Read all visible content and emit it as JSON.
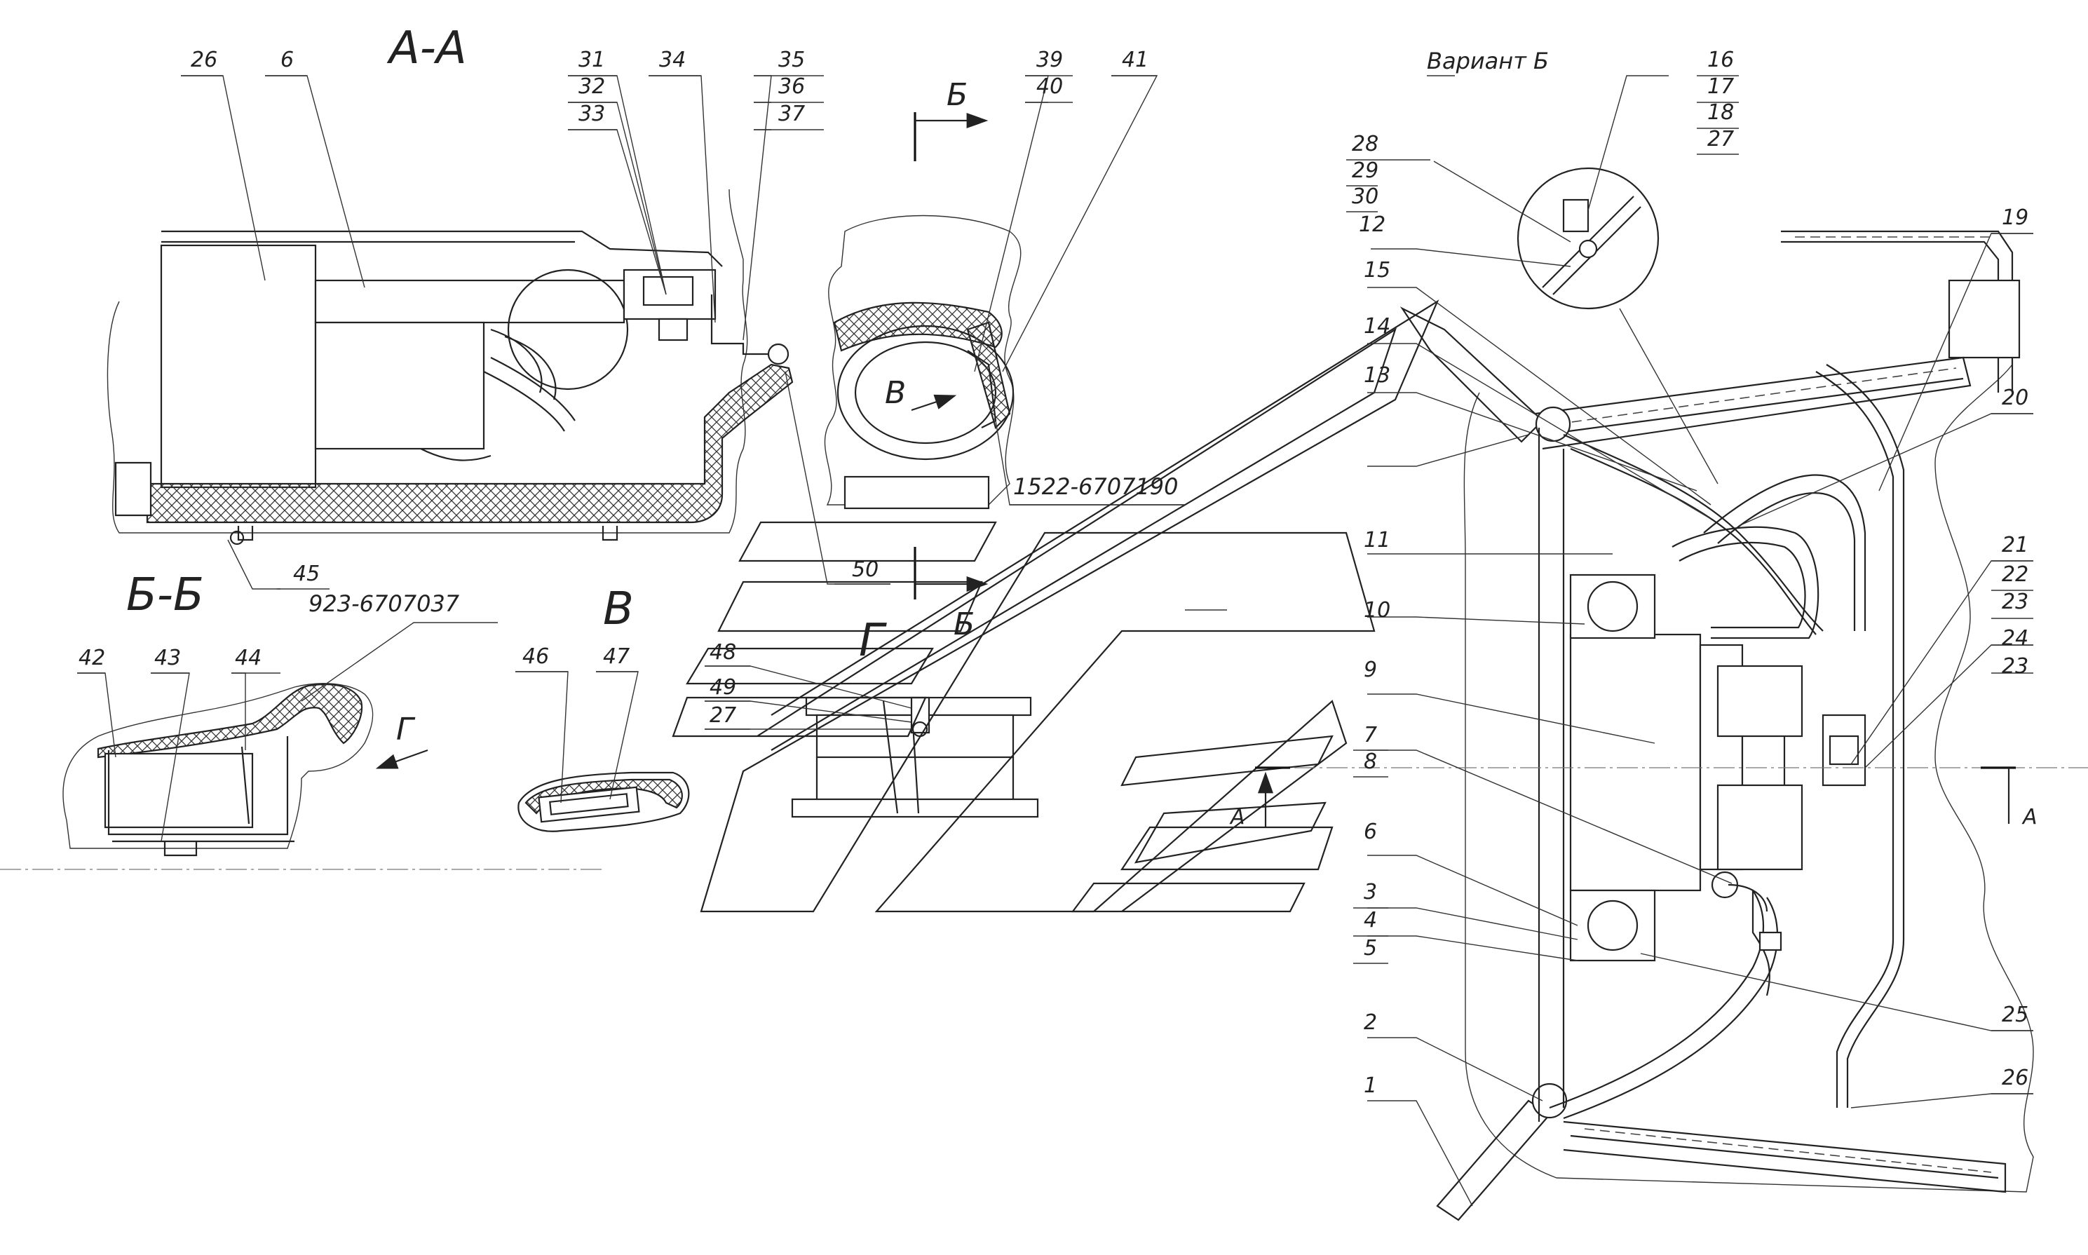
{
  "drawing": {
    "sections": {
      "aa": "А-А",
      "bb": "Б-Б",
      "v": "В",
      "g": "Г",
      "variant": "Вариант Б"
    },
    "markers": {
      "b_top": "Б",
      "b_bottom": "Б",
      "v_arrow": "В",
      "g_arrow": "Г",
      "a_left": "А",
      "a_right": "А"
    },
    "part_numbers": {
      "p1522": "1522-6707190",
      "p923": "923-6707037"
    },
    "callouts": {
      "c1": "1",
      "c2": "2",
      "c3": "3",
      "c4": "4",
      "c5": "5",
      "c6a": "6",
      "c6b": "6",
      "c7": "7",
      "c8": "8",
      "c9": "9",
      "c10": "10",
      "c11": "11",
      "c12": "12",
      "c13": "13",
      "c14": "14",
      "c15": "15",
      "c16": "16",
      "c17": "17",
      "c18": "18",
      "c19": "19",
      "c20": "20",
      "c21": "21",
      "c22": "22",
      "c23a": "23",
      "c23b": "23",
      "c24": "24",
      "c25": "25",
      "c26a": "26",
      "c26b": "26",
      "c27a": "27",
      "c27b": "27",
      "c28": "28",
      "c29": "29",
      "c30": "30",
      "c31": "31",
      "c32": "32",
      "c33": "33",
      "c34": "34",
      "c35": "35",
      "c36": "36",
      "c37": "37",
      "c39": "39",
      "c40": "40",
      "c41": "41",
      "c42": "42",
      "c43": "43",
      "c44": "44",
      "c45": "45",
      "c46": "46",
      "c47": "47",
      "c48": "48",
      "c49": "49",
      "c50": "50"
    }
  }
}
